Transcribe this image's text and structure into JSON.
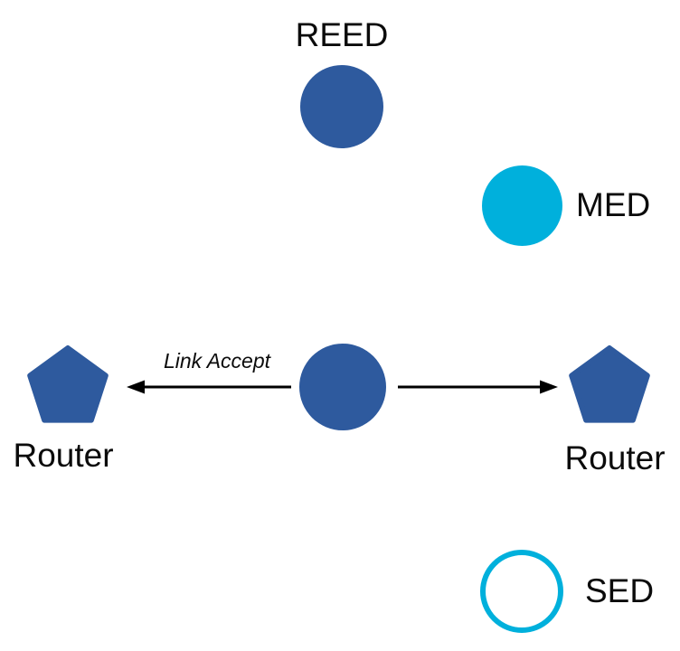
{
  "diagram": {
    "type": "network-topology-diagram",
    "background": "#ffffff",
    "colors": {
      "node_blue": "#2E5A9E",
      "node_cyan": "#00B0DC",
      "arrow": "#000000",
      "text": "#0b0b0b"
    },
    "labels": {
      "reed": "REED",
      "med": "MED",
      "router_left": "Router",
      "router_right": "Router",
      "sed": "SED",
      "link_accept": "Link Accept"
    },
    "nodes": [
      {
        "id": "reed",
        "label": "REED",
        "shape": "circle",
        "style": "filled",
        "color": "#2E5A9E"
      },
      {
        "id": "med",
        "label": "MED",
        "shape": "circle",
        "style": "filled",
        "color": "#00B0DC"
      },
      {
        "id": "center",
        "label": "",
        "shape": "circle",
        "style": "filled",
        "color": "#2E5A9E"
      },
      {
        "id": "router-left",
        "label": "Router",
        "shape": "pentagon",
        "style": "filled",
        "color": "#2E5A9E"
      },
      {
        "id": "router-right",
        "label": "Router",
        "shape": "pentagon",
        "style": "filled",
        "color": "#2E5A9E"
      },
      {
        "id": "sed",
        "label": "SED",
        "shape": "circle",
        "style": "outline",
        "color": "#00B0DC"
      }
    ],
    "edges": [
      {
        "from": "center",
        "to": "router-left",
        "label": "Link Accept",
        "arrow": "left"
      },
      {
        "from": "center",
        "to": "router-right",
        "label": "",
        "arrow": "right"
      }
    ]
  }
}
